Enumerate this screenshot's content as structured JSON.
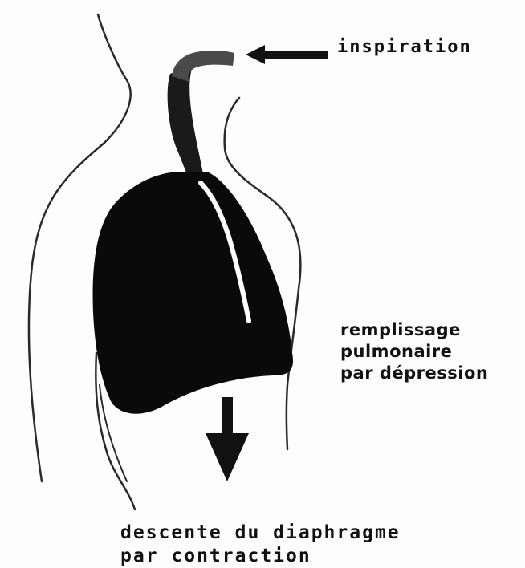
{
  "labels": {
    "inspiration": "inspiration",
    "remplissage_line1": "remplissage",
    "remplissage_line2": "pulmonaire",
    "remplissage_line3": "par dépression",
    "descente_line1": "descente du diaphragme",
    "descente_line2": "par contraction"
  },
  "colors": {
    "ink": "#111111",
    "lung": "#0a0a0a",
    "outline": "#2a2a2a",
    "paper": "#fdfdfd"
  }
}
